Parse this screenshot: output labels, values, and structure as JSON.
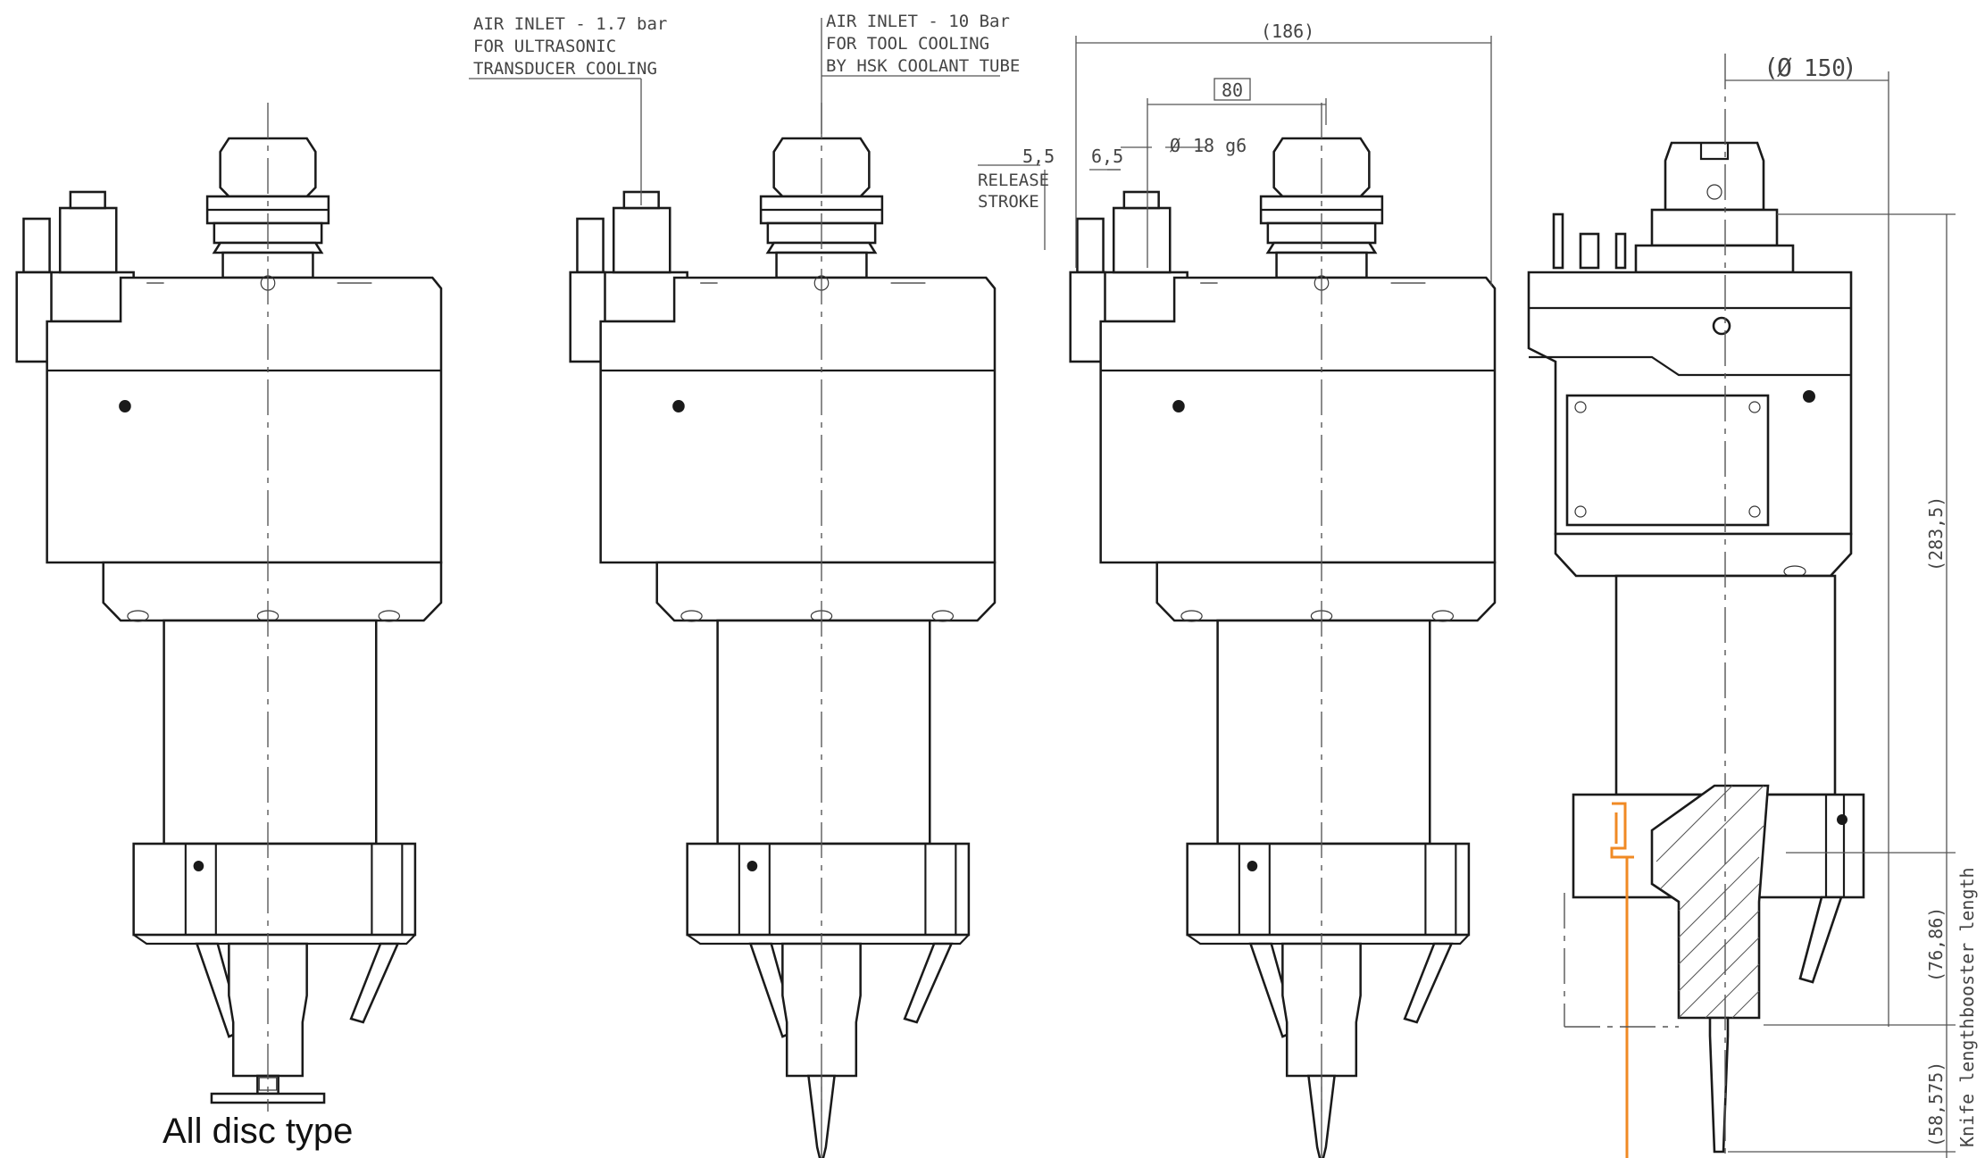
{
  "caption": "All disc type",
  "notes": {
    "air1": [
      "AIR INLET - 1.7 bar",
      "FOR ULTRASONIC",
      "TRANSDUCER COOLING"
    ],
    "air2": [
      "AIR INLET - 10 Bar",
      "FOR TOOL COOLING",
      "BY HSK COOLANT TUBE"
    ],
    "release": [
      "RELEASE",
      "STROKE"
    ]
  },
  "dimensions": {
    "d186": "(186)",
    "d80": "80",
    "d55": "5,5",
    "d65": "6,5",
    "phi18": "18 g6",
    "phi150": "150",
    "d2835": "(283,5)",
    "d7686": "(76,86)",
    "d58575": "(58,575)",
    "booster": "booster length",
    "knife": "Knife length"
  },
  "symbols": {
    "diameter": "Ø"
  },
  "colors": {
    "accent": "#f08a24",
    "line": "#1a1a1a"
  }
}
